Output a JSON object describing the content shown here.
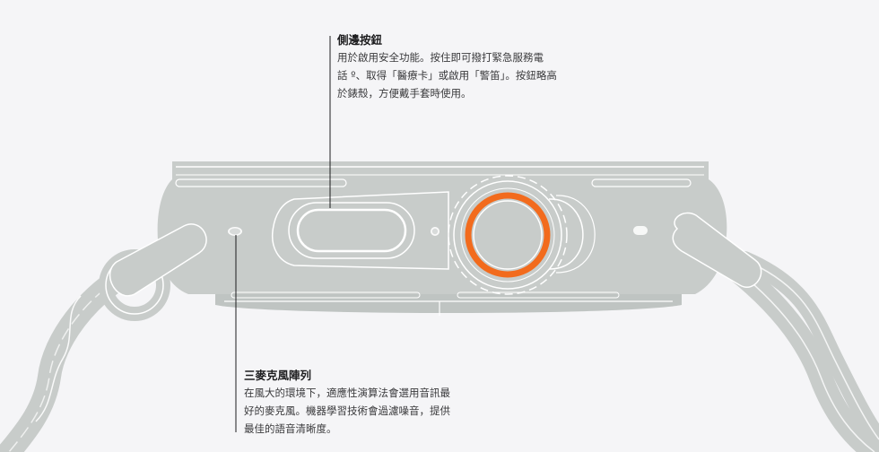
{
  "colors": {
    "background": "#f5f5f7",
    "case": "#c8ccca",
    "band": "#bfc4c2",
    "outline": "#ffffff",
    "crown_ring": "#f26b1d",
    "leader_line": "#1d1d1f"
  },
  "callouts": {
    "side_button": {
      "title": "側邊按鈕",
      "body": [
        "用於啟用安全功能。按住即可撥打緊急服務電",
        "話 º、取得「醫療卡」或啟用「警笛」。按鈕略高",
        "於錶殼，方便戴手套時使用。"
      ]
    },
    "microphones": {
      "title": "三麥克風陣列",
      "body": [
        "在風大的環境下，適應性演算法會選用音訊最",
        "好的麥克風。機器學習技術會過濾噪音，提供",
        "最佳的語音清晰度。"
      ]
    }
  }
}
